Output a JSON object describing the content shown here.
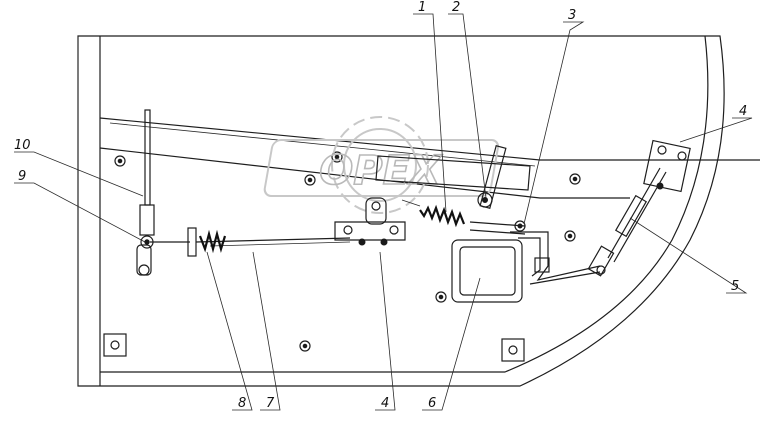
{
  "watermark": {
    "text": "OPEX"
  },
  "callouts": [
    "1",
    "2",
    "3",
    "4",
    "4",
    "5",
    "6",
    "7",
    "8",
    "9",
    "10"
  ]
}
